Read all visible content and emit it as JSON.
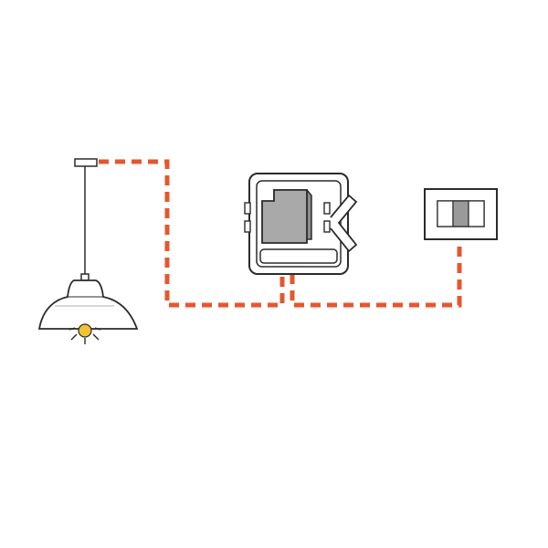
{
  "diagram": {
    "description_free": true,
    "colors": {
      "wire": "#e4572e",
      "outline": "#2b2b2b",
      "device_fill": "#f4f4f4",
      "module_fill": "#a9a9a9",
      "module_dark": "#8c8c8c",
      "bulb": "#f2c230",
      "switch_center": "#9a9a9a"
    },
    "icons": {
      "lamp": "pendant-lamp-icon",
      "module": "junction-box-module-icon",
      "switch": "wall-switch-icon"
    },
    "connections": [
      {
        "from": "pendant-lamp",
        "to": "junction-box-module",
        "style": "dashed"
      },
      {
        "from": "wall-switch",
        "to": "junction-box-module",
        "style": "dashed"
      }
    ]
  }
}
